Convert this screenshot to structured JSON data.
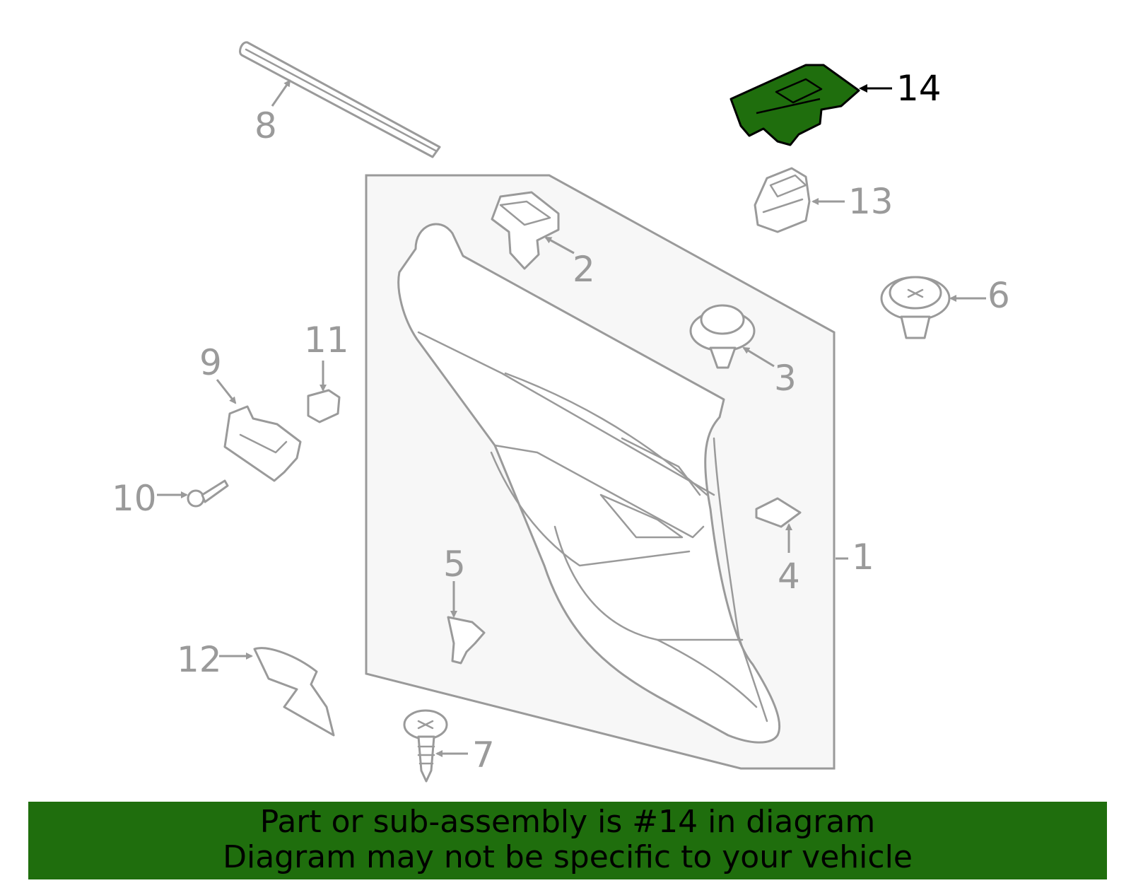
{
  "diagram": {
    "highlighted_part": "14",
    "callouts": [
      "1",
      "2",
      "3",
      "4",
      "5",
      "6",
      "7",
      "8",
      "9",
      "10",
      "11",
      "12",
      "13",
      "14"
    ],
    "colors": {
      "highlight": "#1f6e0d",
      "line": "#9a9a9a",
      "banner": "#1f6e0d"
    }
  },
  "banner": {
    "line1": "Part or sub-assembly is #14 in diagram",
    "line2": "Diagram may not be specific to your vehicle"
  }
}
